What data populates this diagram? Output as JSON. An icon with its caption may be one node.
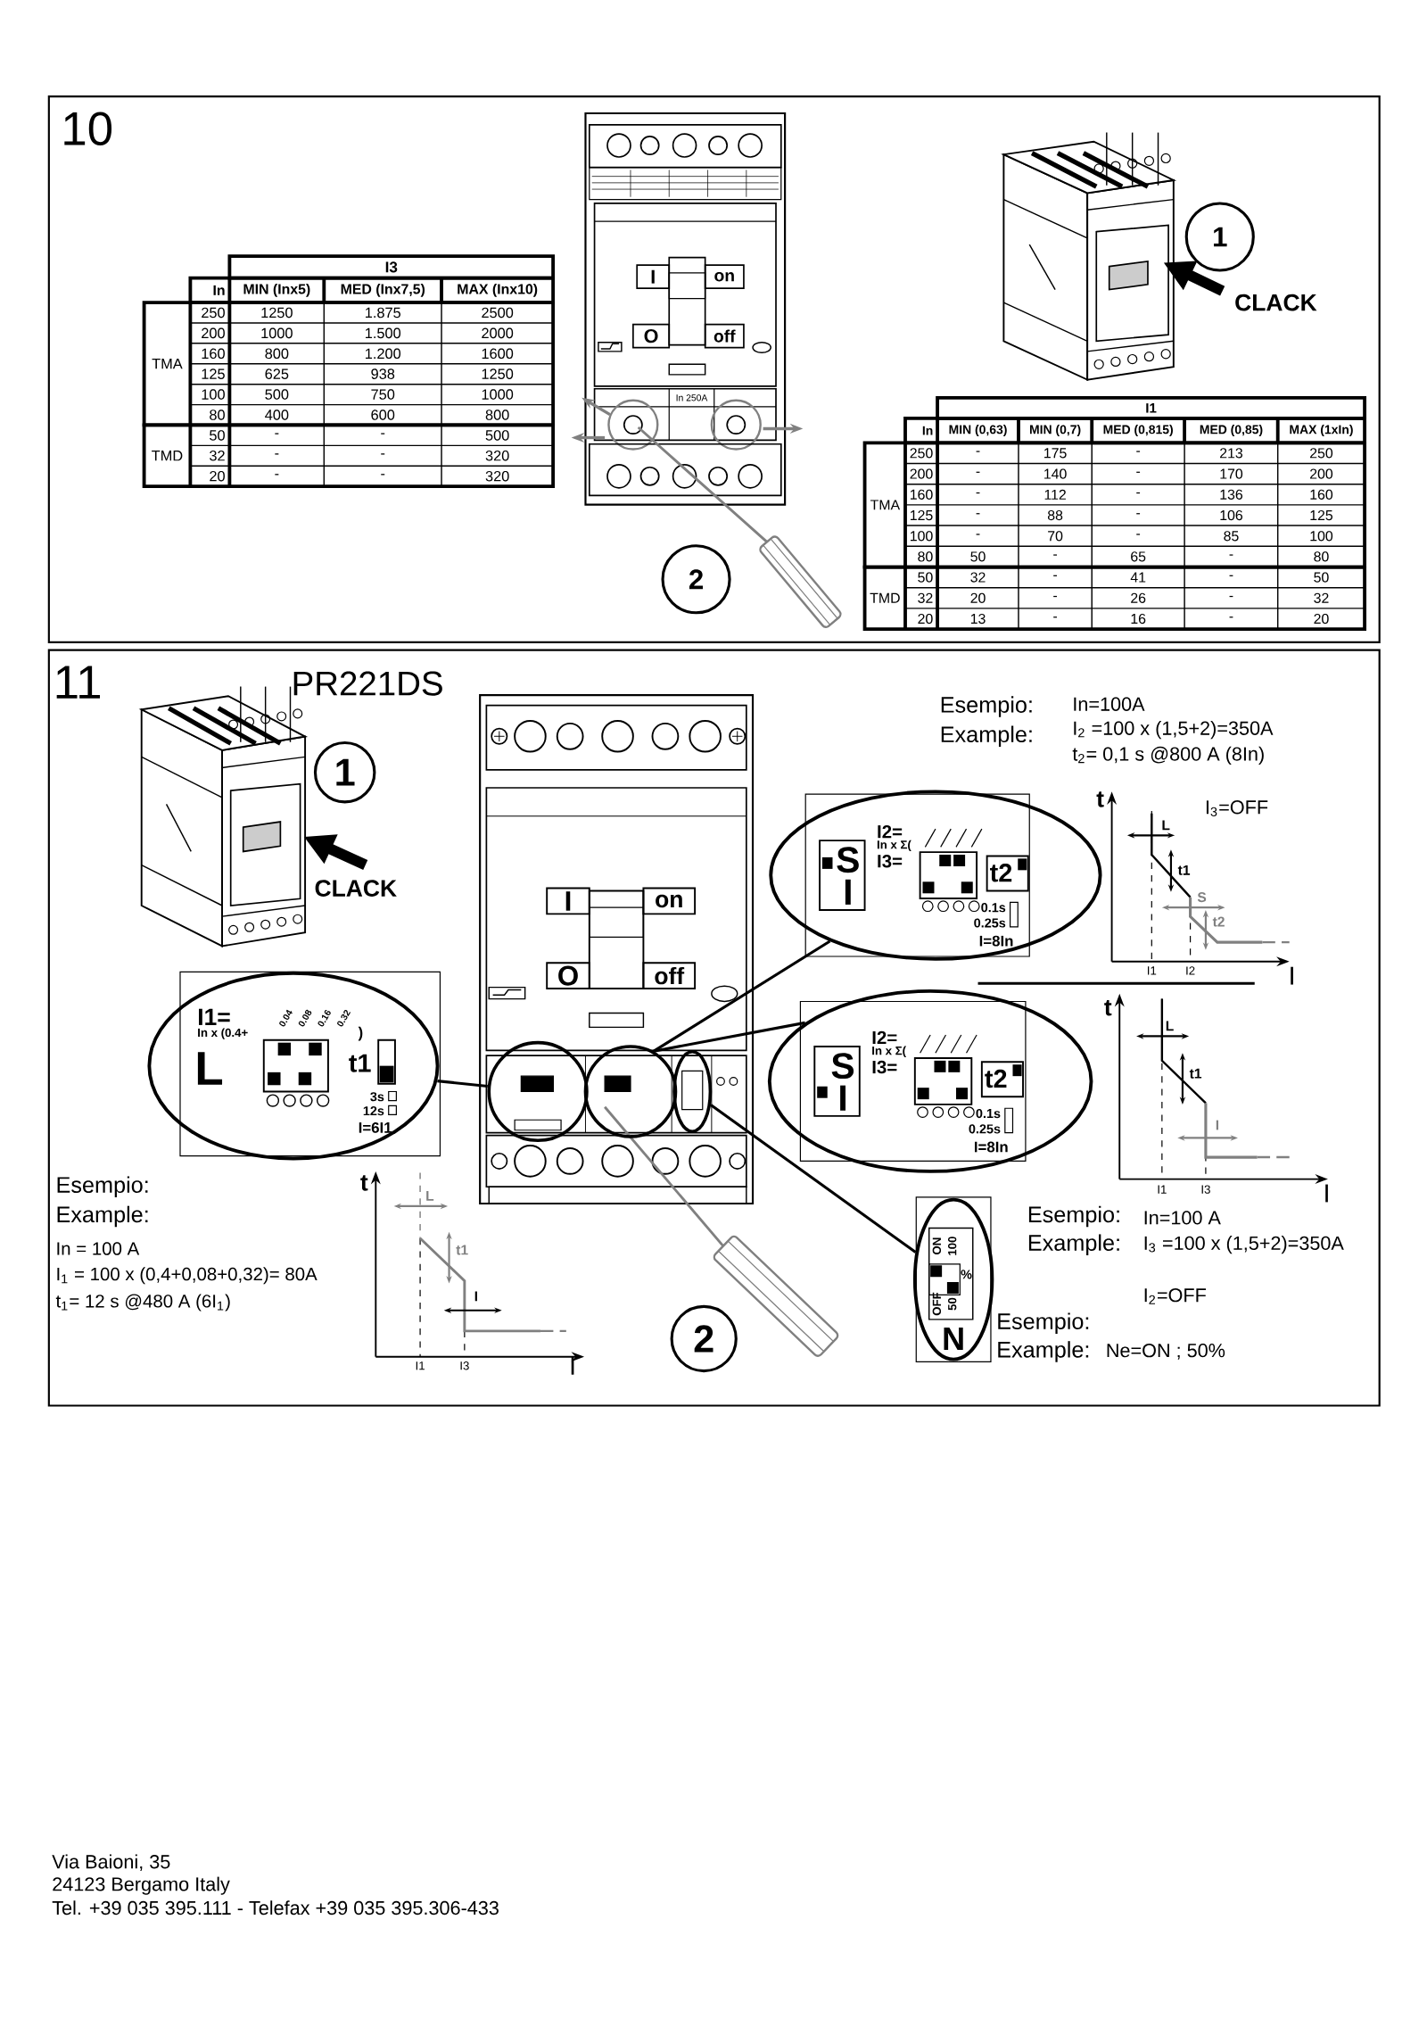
{
  "diagram": {
    "nodes": [
      {
        "text": [
          "1"
        ]
      },
      {
        "text": [
          "2"
        ]
      },
      {
        "text": [
          "1"
        ]
      },
      {
        "text": [
          "2"
        ]
      },
      {
        "text": [],
        "shape": "circle"
      },
      {
        "text": [],
        "shape": "circle"
      },
      {
        "text": [],
        "shape": "ellipse"
      },
      {
        "text": [
          "I1=",
          "In x (0.4+",
          "0.04",
          "0.08",
          "0.16",
          "0.32",
          ")",
          "L",
          "t1",
          "3s",
          "12s",
          "I=6I1"
        ]
      },
      {
        "text": [
          "S",
          "I",
          "I2=",
          "In x Σ(",
          "I3=",
          "t2",
          "0.1s",
          "0.25s",
          "I=8In"
        ]
      },
      {
        "text": [
          "S",
          "I",
          "I2=",
          "In x Σ(",
          "I3=",
          "t2",
          "0.1s",
          "0.25s",
          "I=8In"
        ]
      },
      {
        "text": [
          "ON",
          "100",
          "%",
          "OFF",
          "50",
          "N"
        ],
        "beside": [
          "Esempio:",
          "Example:",
          "Ne=ON ; 50%"
        ]
      }
    ],
    "edges": [
      {
        "from": 4,
        "to": 7,
        "arrow": "none"
      },
      {
        "from": 5,
        "to": 8,
        "arrow": "none"
      },
      {
        "from": 5,
        "to": 9,
        "arrow": "none"
      },
      {
        "from": 6,
        "to": 10,
        "arrow": "none"
      }
    ],
    "labels": [
      "10",
      "I3",
      "In",
      "MIN (Inx5)",
      "MED (Inx7,5)",
      "MAX (Inx10)",
      "TMA",
      "250",
      "1250",
      "1.875",
      "2500",
      "200",
      "1000",
      "1.500",
      "2000",
      "160",
      "800",
      "1.200",
      "1600",
      "125",
      "625",
      "938",
      "1250",
      "100",
      "500",
      "750",
      "1000",
      "80",
      "400",
      "600",
      "800",
      "TMD",
      "50",
      "-",
      "-",
      "500",
      "32",
      "-",
      "-",
      "320",
      "20",
      "-",
      "-",
      "320",
      "I",
      "on",
      "O",
      "off",
      "In 250A",
      "CLACK",
      "I1",
      "In",
      "MIN (0,63)",
      "MIN (0,7)",
      "MED (0,815)",
      "MED (0,85)",
      "MAX (1xIn)",
      "TMA",
      "250",
      "-",
      "175",
      "-",
      "213",
      "250",
      "200",
      "-",
      "140",
      "-",
      "170",
      "200",
      "160",
      "-",
      "112",
      "-",
      "136",
      "160",
      "125",
      "-",
      "88",
      "-",
      "106",
      "125",
      "100",
      "-",
      "70",
      "-",
      "85",
      "100",
      "80",
      "50",
      "-",
      "65",
      "-",
      "80",
      "TMD",
      "50",
      "32",
      "-",
      "41",
      "-",
      "50",
      "32",
      "20",
      "-",
      "26",
      "-",
      "32",
      "20",
      "13",
      "-",
      "16",
      "-",
      "20",
      "11",
      "PR221DS",
      "CLACK",
      "I",
      "on",
      "O",
      "off",
      "Esempio:",
      "Example:",
      "In=100A",
      "I$_{2}$ =100 x (1,5+2)=350A",
      "t$_{2}$= 0,1 s @800 A (8In)",
      "t",
      "I$_{3}$=OFF",
      "L",
      "t1",
      "S",
      "t2",
      "I1",
      "I2",
      "I",
      "t",
      "L",
      "t1",
      "I",
      "I1",
      "I3",
      "I",
      "Esempio:",
      "Example:",
      "In=100 A",
      "I$_{3}$ =100 x (1,5+2)=350A",
      "I$_{2}$=OFF",
      "Esempio:",
      "Example:",
      "In = 100 A",
      "I$_{1}$ = 100 x (0,4+0,08+0,32)= 80A",
      "t$_{1}$= 12 s  @480 A (6I$_{1}$)",
      "t",
      "L",
      "t1",
      "I",
      "I1",
      "I3",
      "I",
      "Via Baioni, 35",
      "24123 Bergamo  Italy",
      "Tel. +39 035 395.111 - Telefax +39 035 395.306-433"
    ]
  }
}
